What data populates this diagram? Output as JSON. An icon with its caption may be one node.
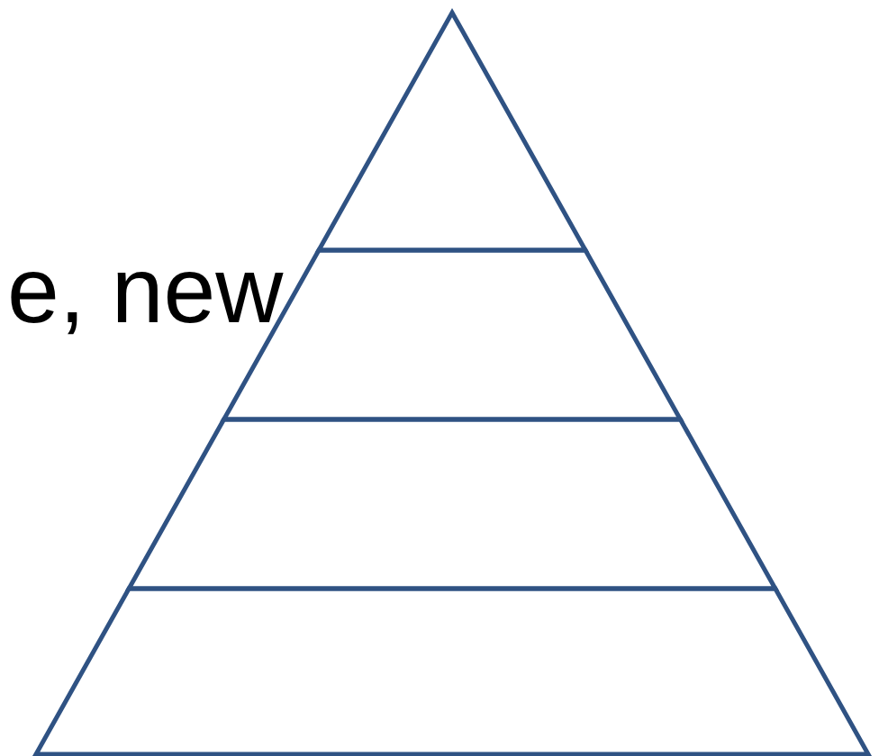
{
  "diagram": {
    "nodes": [
      {
        "text": [],
        "shape": "triangle"
      },
      {
        "text": [],
        "shape": "band"
      },
      {
        "text": [],
        "shape": "band"
      },
      {
        "text": [],
        "shape": "band"
      }
    ],
    "labels": [
      "e, new"
    ]
  }
}
